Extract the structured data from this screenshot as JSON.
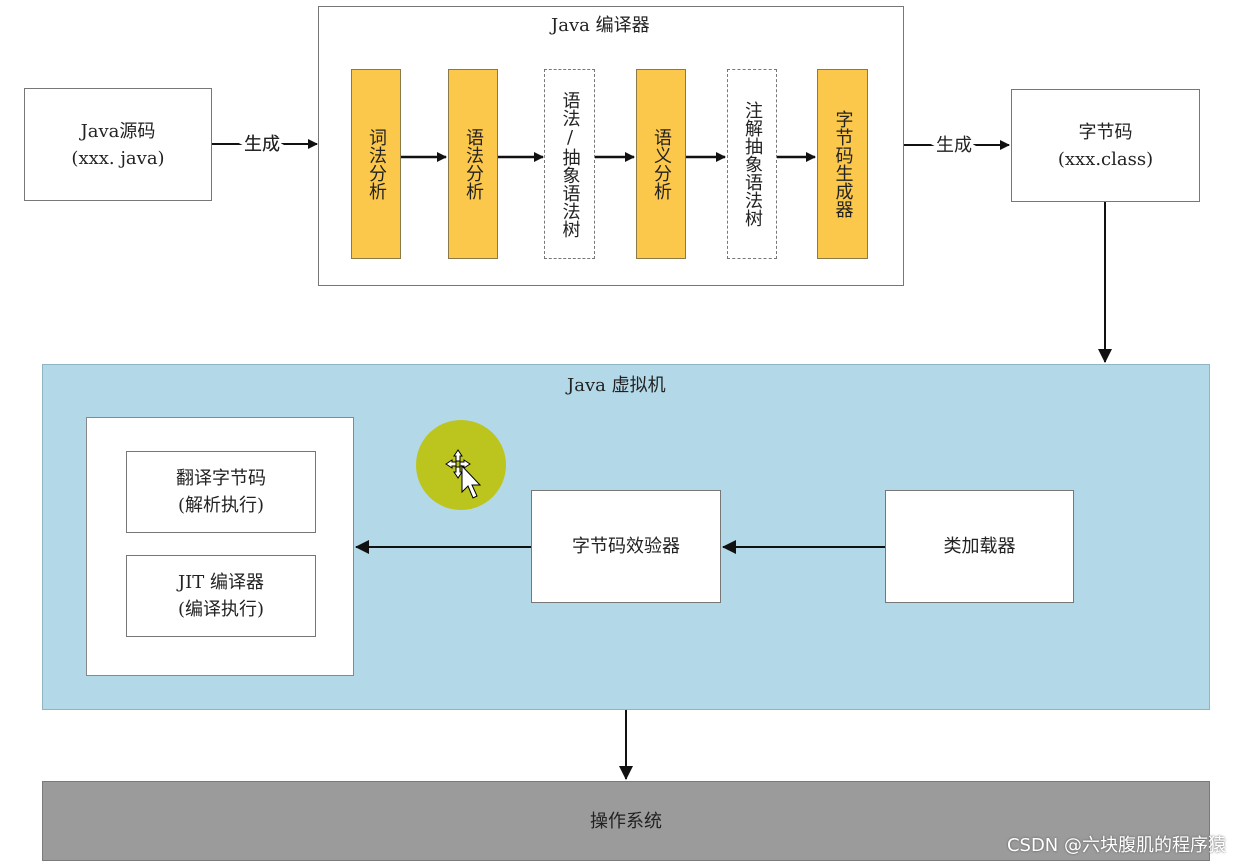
{
  "source": {
    "line1": "Java源码",
    "line2": "(xxx. java)"
  },
  "arrow_label_generate": "生成",
  "compiler": {
    "title": "Java 编译器",
    "stages": [
      "词法分析",
      "语法分析",
      "语法/抽象语法树",
      "语义分析",
      "注解抽象语法树",
      "字节码生成器"
    ]
  },
  "bytecode": {
    "line1": "字节码",
    "line2": "(xxx.class)"
  },
  "jvm": {
    "title": "Java 虚拟机",
    "interpret": {
      "line1": "翻译字节码",
      "line2": "(解析执行)"
    },
    "jit": {
      "line1": "JIT 编译器",
      "line2": "(编译执行)"
    },
    "verifier": "字节码效验器",
    "classloader": "类加载器"
  },
  "os": "操作系统",
  "watermark": "CSDN @六块腹肌的程序猿",
  "colors": {
    "stage_fill": "#fcc84c",
    "jvm_fill": "#b3d8e8",
    "os_fill": "#9b9b9b",
    "cursor_halo": "#bcc412"
  }
}
